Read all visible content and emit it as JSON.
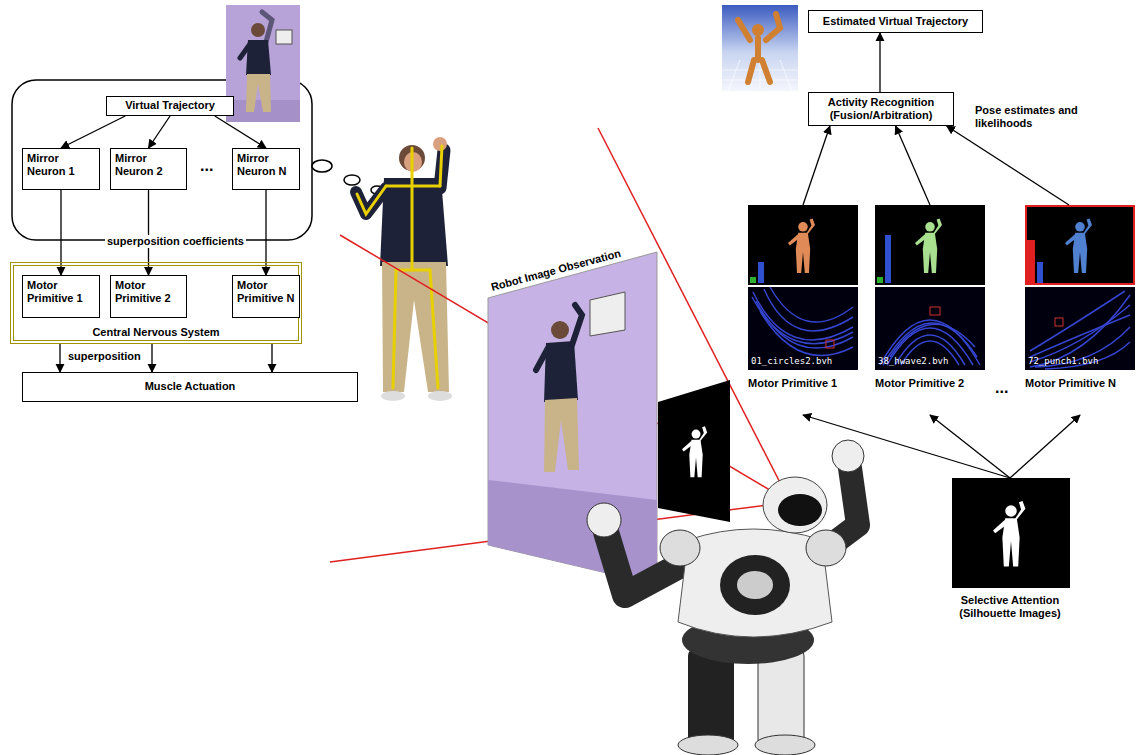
{
  "diagram": {
    "nodes": [
      {
        "text": [
          "Virtual Trajectory"
        ]
      },
      {
        "text": [
          "Mirror Neuron 1"
        ]
      },
      {
        "text": [
          "Mirror Neuron 2"
        ]
      },
      {
        "text": [
          "Mirror Neuron N"
        ]
      },
      {
        "text": [
          "Central Nervous System"
        ]
      },
      {
        "text": [
          "Motor Primitive 1"
        ],
        "in": 4
      },
      {
        "text": [
          "Motor Primitive 2"
        ],
        "in": 4
      },
      {
        "text": [
          "Motor Primitive N"
        ],
        "in": 4
      },
      {
        "text": [
          "Muscle Actuation"
        ]
      },
      {
        "text": [
          "Estimated Virtual Trajectory"
        ]
      },
      {
        "text": [
          "Activity Recognition (Fusion/Arbitration)"
        ]
      },
      {
        "text": [
          "01_circles2.bvh",
          "Motor Primitive 1"
        ]
      },
      {
        "text": [
          "38_hwave2.bvh",
          "Motor Primitive 2"
        ]
      },
      {
        "text": [
          "72_punch1.bvh",
          "Motor Primitive N"
        ]
      },
      {
        "text": [
          "Selective Attention (Silhouette Images)"
        ]
      }
    ],
    "edges": [
      {
        "from": 0,
        "to": 1,
        "arrow": "to"
      },
      {
        "from": 0,
        "to": 2,
        "arrow": "to"
      },
      {
        "from": 0,
        "to": 3,
        "arrow": "to"
      },
      {
        "from": 1,
        "to": 5,
        "arrow": "to"
      },
      {
        "from": 2,
        "to": 6,
        "arrow": "to"
      },
      {
        "from": 3,
        "to": 7,
        "arrow": "to"
      },
      {
        "from": 4,
        "to": 8,
        "arrow": "to"
      },
      {
        "from": 4,
        "to": 8,
        "arrow": "to"
      },
      {
        "from": 4,
        "to": 8,
        "arrow": "to"
      },
      {
        "from": 10,
        "to": 9,
        "arrow": "to"
      },
      {
        "from": 11,
        "to": 10,
        "arrow": "to"
      },
      {
        "from": 12,
        "to": 10,
        "arrow": "to"
      },
      {
        "from": 13,
        "to": 10,
        "arrow": "to"
      },
      {
        "from": 14,
        "to": 11,
        "arrow": "to"
      },
      {
        "from": 14,
        "to": 12,
        "arrow": "to"
      },
      {
        "from": 14,
        "to": 13,
        "arrow": "to"
      }
    ],
    "labels": [
      "superposition coefficients",
      "...",
      "superposition",
      "Robot Image Observation",
      "Pose estimates and likelihoods",
      "..."
    ]
  }
}
